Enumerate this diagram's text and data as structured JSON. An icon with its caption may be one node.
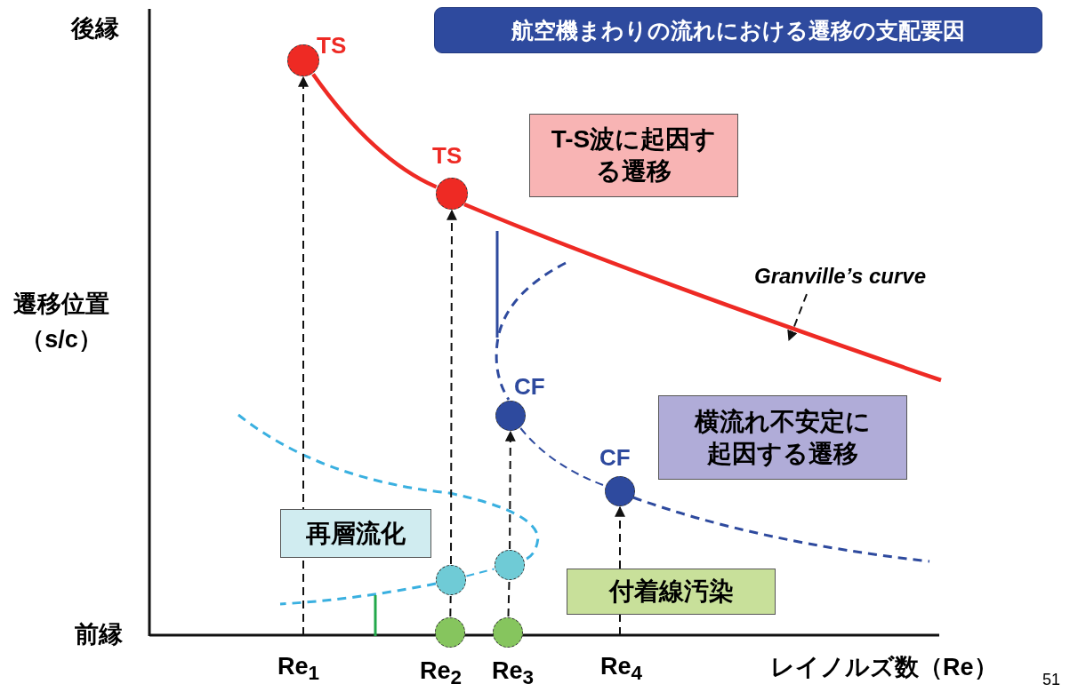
{
  "diagram": {
    "title": "航空機まわりの流れにおける遷移の支配要因",
    "nodes": [
      {
        "text": [],
        "shape": "circle",
        "beside": [
          "TS"
        ]
      },
      {
        "text": [],
        "shape": "circle",
        "beside": [
          "TS"
        ]
      },
      {
        "text": [
          "T-S波に起因する遷移"
        ]
      },
      {
        "text": [
          "Granville’s curve"
        ]
      },
      {
        "text": [],
        "shape": "circle",
        "beside": [
          "CF"
        ]
      },
      {
        "text": [
          "横流れ不安定に起因する遷移"
        ]
      },
      {
        "text": [],
        "shape": "circle",
        "beside": [
          "CF"
        ]
      },
      {
        "text": [
          "再層流化"
        ]
      },
      {
        "text": [],
        "shape": "circle"
      },
      {
        "text": [],
        "shape": "circle"
      },
      {
        "text": [
          "付着線汚染"
        ]
      },
      {
        "text": [],
        "shape": "circle"
      },
      {
        "text": [],
        "shape": "circle"
      }
    ],
    "edges": [
      {
        "from": null,
        "to": 0,
        "arrow": "to",
        "style": "dashed"
      },
      {
        "from": 11,
        "to": 8,
        "arrow": "none",
        "style": "dashed"
      },
      {
        "from": 8,
        "to": 1,
        "arrow": "to",
        "style": "dashed"
      },
      {
        "from": 12,
        "to": 9,
        "arrow": "none",
        "style": "dashed"
      },
      {
        "from": 9,
        "to": 4,
        "arrow": "to",
        "style": "dashed"
      },
      {
        "from": null,
        "to": 6,
        "arrow": "to",
        "style": "dashed"
      },
      {
        "from": 0,
        "to": 1,
        "arrow": "none",
        "style": "thick",
        "color": "#ee2a24"
      },
      {
        "from": 4,
        "to": 6,
        "arrow": "none",
        "style": "dashed",
        "color": "#2e4a9e"
      },
      {
        "from": 8,
        "to": 9,
        "arrow": "none",
        "style": "dashed",
        "color": "#3ab0e0"
      },
      {
        "from": 3,
        "to": null,
        "arrow": "to",
        "style": "dashed"
      }
    ],
    "labels": [
      "後縁",
      "遷移位置（s/c）",
      "前縁",
      "Re$_{1}$",
      "Re$_{2}$",
      "Re$_{3}$",
      "Re$_{4}$",
      "レイノルズ数（Re）",
      "51"
    ]
  }
}
